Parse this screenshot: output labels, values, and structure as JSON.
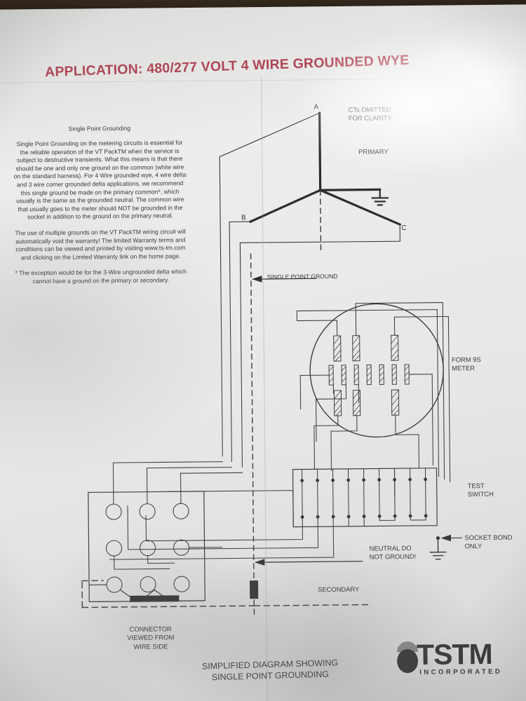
{
  "document": {
    "title": "APPLICATION:  480/277 VOLT 4 WIRE GROUNDED WYE",
    "caption_line1": "SIMPLIFIED DIAGRAM SHOWING",
    "caption_line2": "SINGLE POINT GROUNDING",
    "title_color": "#a8283a"
  },
  "notes": {
    "heading": "Single Point Grounding",
    "paragraph1": "Single Point Grounding on the metering circuits is essential  for the reliable  operation of the VT PackTM when the service is subject to destructive transients. What this means is that there should be one and only one ground on the common (white wire on the standard harness). For 4 Wire grounded wye,  4 wire delta and  3 wire corner grounded delta  applications,  we recommend this single ground be made on the primary common*, which usually is the same as the grounded neutral. The common wire that usually goes to the meter should NOT be grounded in the socket in addition to the ground on the primary neutral.",
    "paragraph2": "The use of multiple grounds on the VT PackTM wiring circuit will automatically void the warranty! The limited Warranty terms and conditions can be viewed and printed by visiting www.ts-tm.com and clicking on the Limited Warranty link on the home page.",
    "paragraph3": "* The exception would be for the 3-Wire ungrounded delta which cannot have a ground on the primary or secondary."
  },
  "diagram": {
    "phase_a": "A",
    "phase_b": "B",
    "phase_c": "C",
    "cts_omitted": "CTs OMITTED\nFOR CLARITY",
    "primary": "PRIMARY",
    "single_point_ground": "SINGLE POINT GROUND",
    "meter": "FORM 9S\nMETER",
    "test_switch": "TEST\nSWITCH",
    "socket_bond": "SOCKET BOND\nONLY",
    "neutral_warning": "NEUTRAL DO\nNOT GROUND!",
    "secondary": "SECONDARY",
    "connector": "CONNECTOR\nVIEWED FROM\nWIRE SIDE"
  },
  "logo": {
    "wordmark": "TSTM",
    "subtext": "INCORPORATED"
  }
}
